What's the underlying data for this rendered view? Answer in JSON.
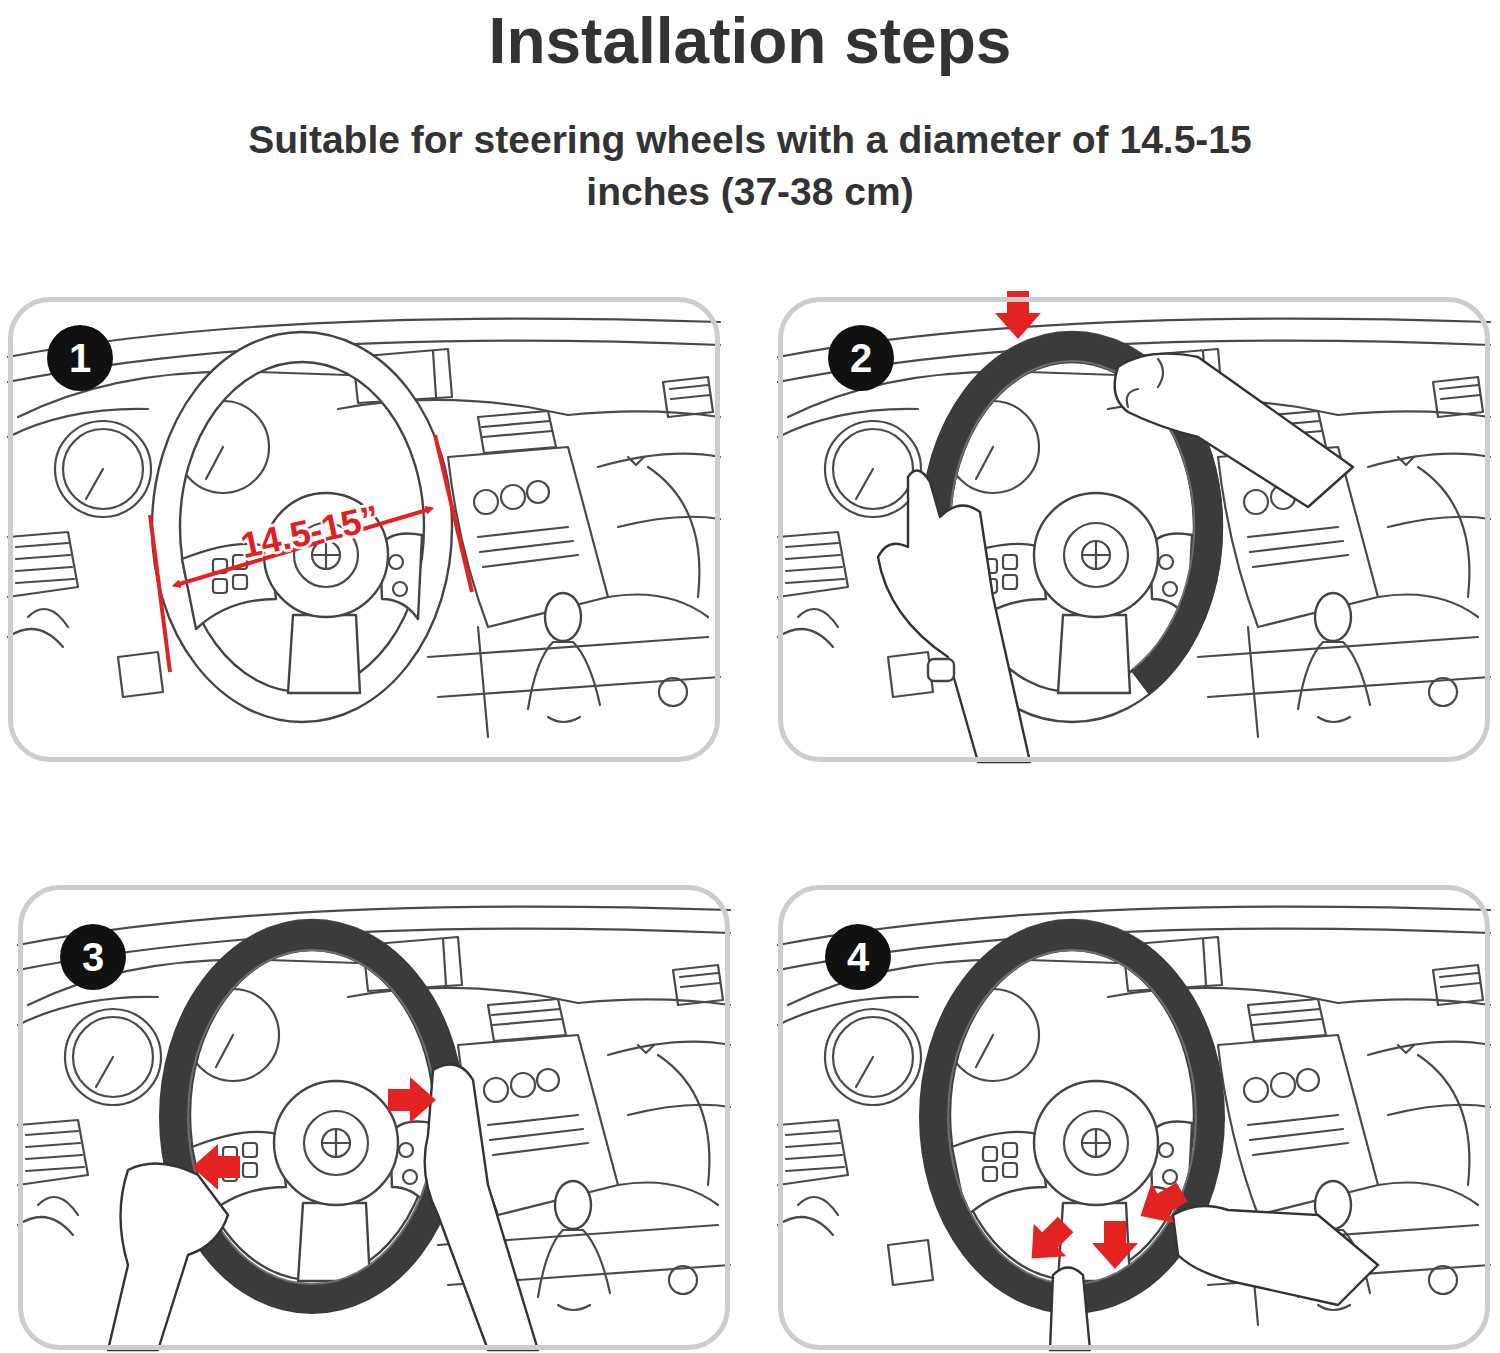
{
  "diagram": {
    "title": "Installation steps",
    "caption": "Suitable for steering wheels with a diameter of 14.5-15 inches (37-38 cm)",
    "nodes": [
      {
        "text": [
          "1"
        ]
      },
      {
        "text": [
          "2"
        ]
      },
      {
        "text": [
          "3"
        ]
      },
      {
        "text": [
          "4"
        ]
      }
    ],
    "labels": [
      "14.5-15”"
    ]
  }
}
